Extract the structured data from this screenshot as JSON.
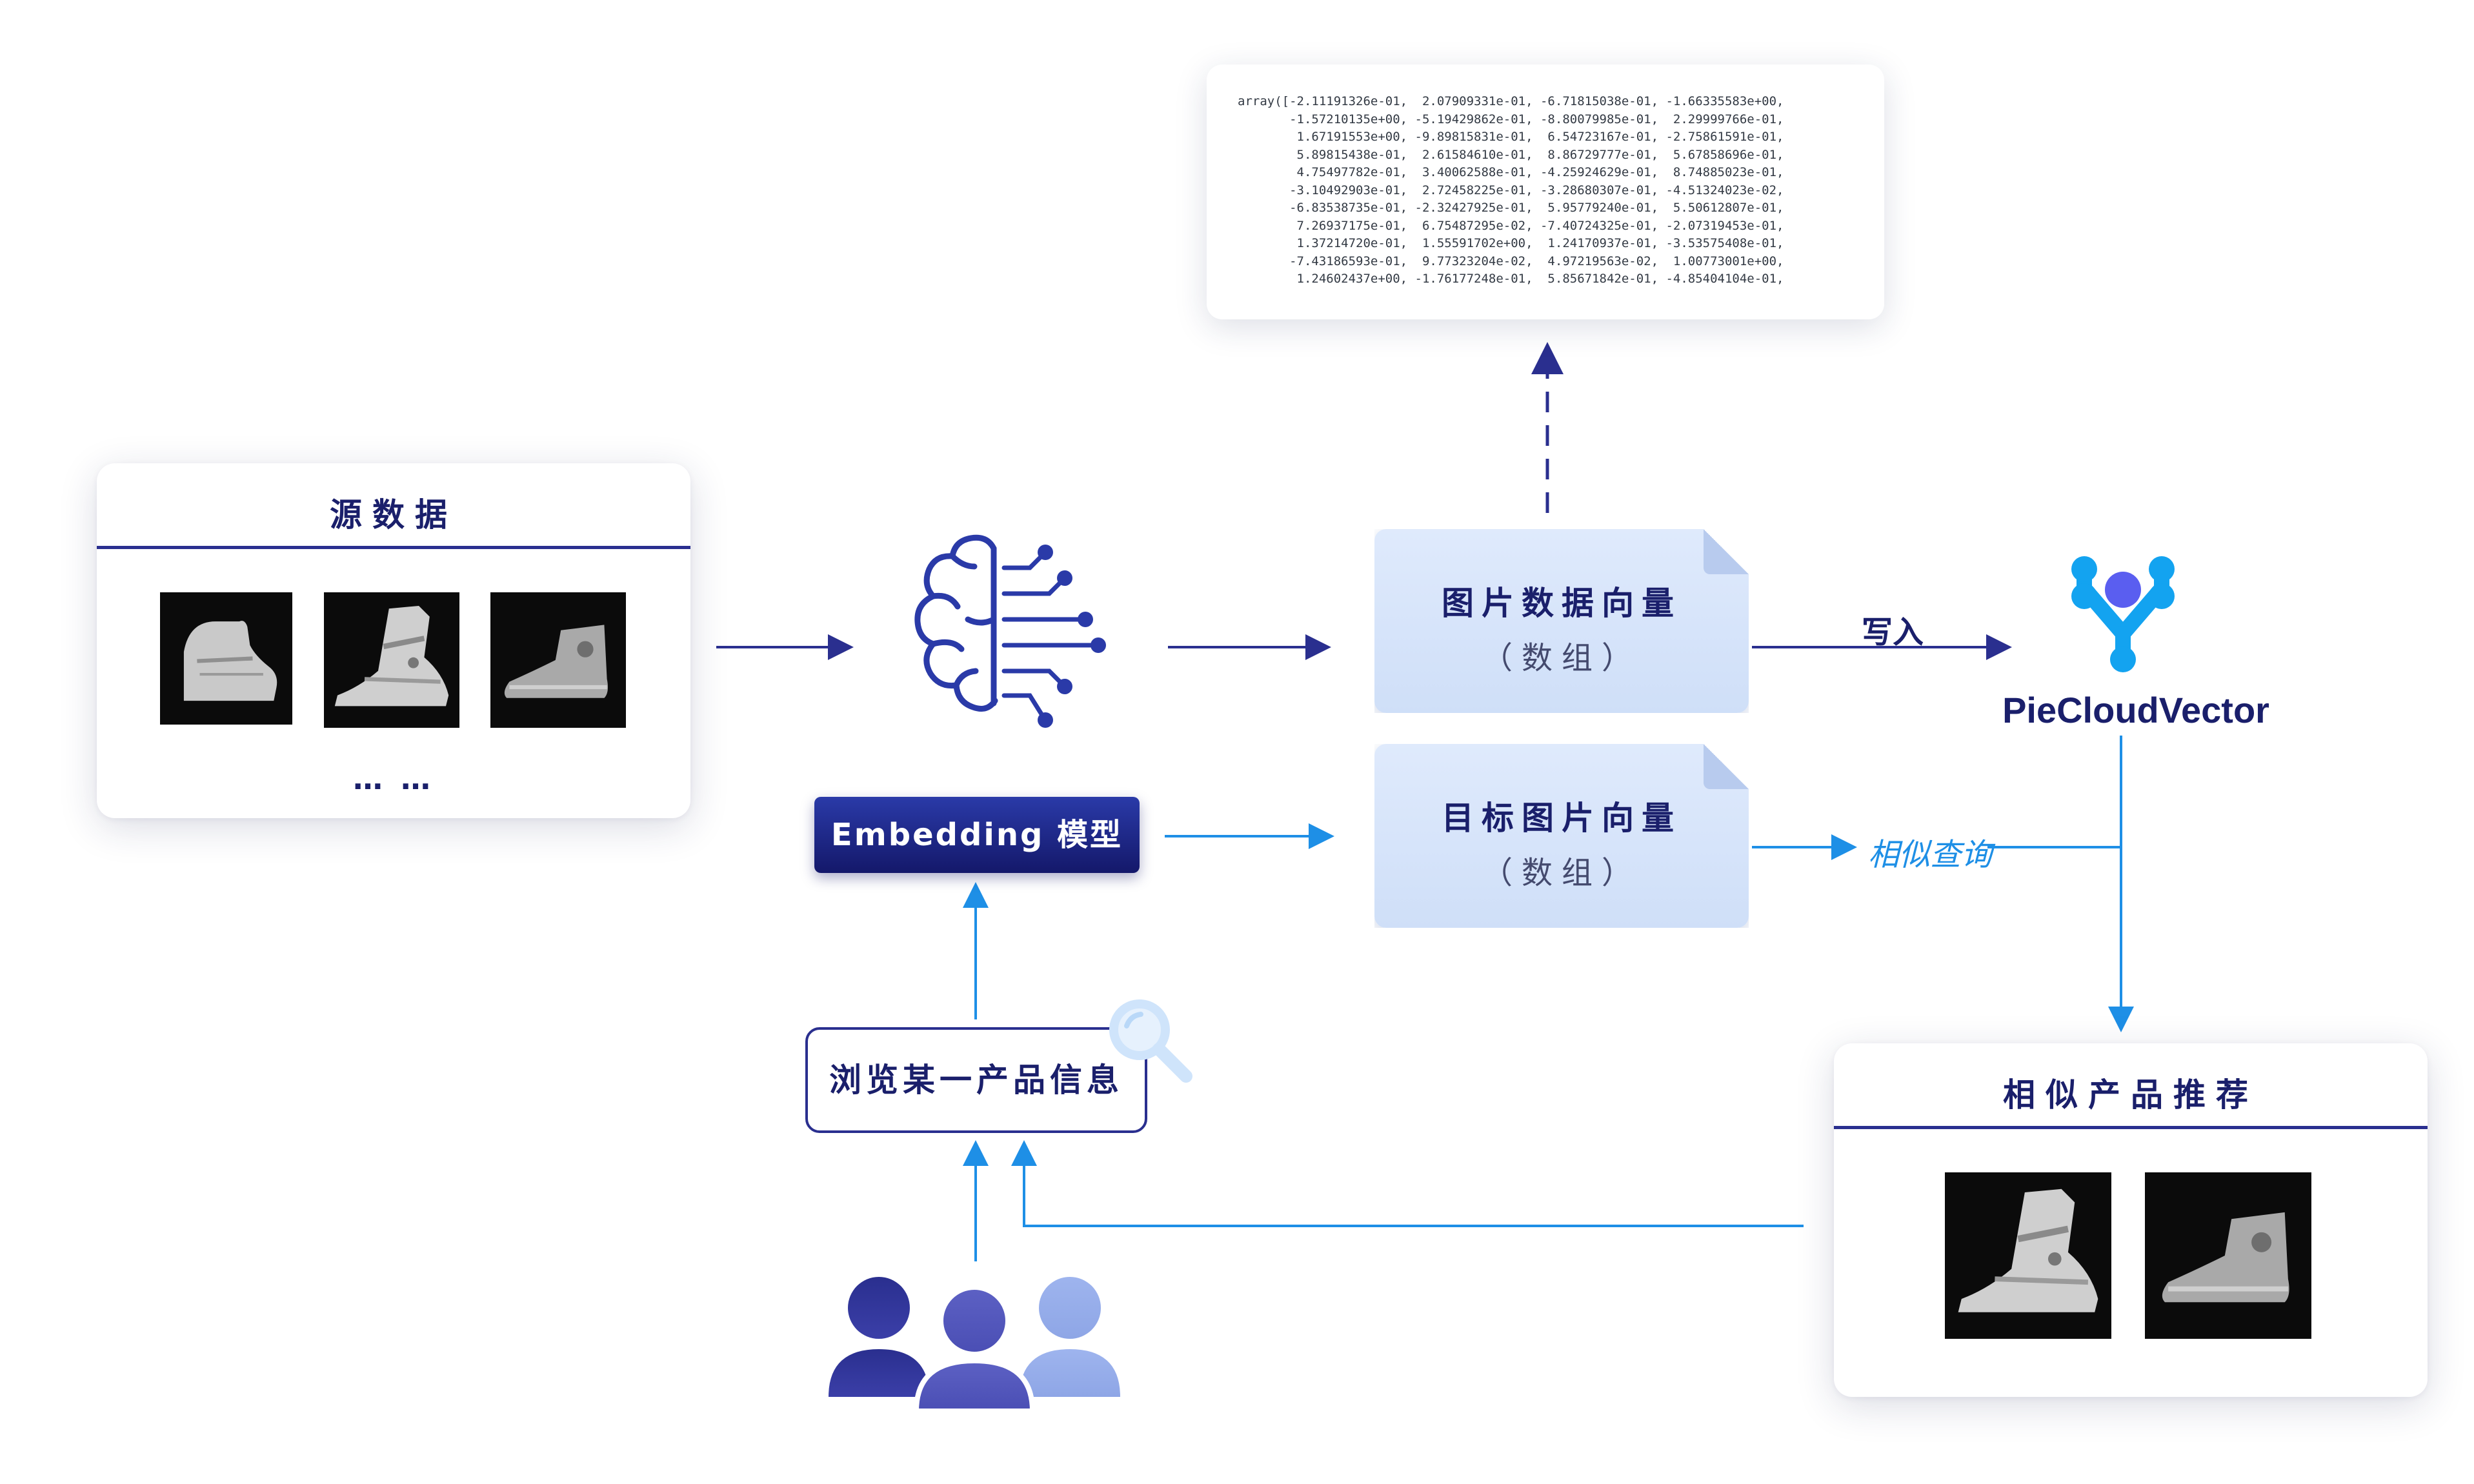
{
  "source_card": {
    "title": "源数据",
    "ellipsis": "… …"
  },
  "array_card": {
    "text": "array([-2.11191326e-01,  2.07909331e-01, -6.71815038e-01, -1.66335583e+00,\n       -1.57210135e+00, -5.19429862e-01, -8.80079985e-01,  2.29999766e-01,\n        1.67191553e+00, -9.89815831e-01,  6.54723167e-01, -2.75861591e-01,\n        5.89815438e-01,  2.61584610e-01,  8.86729777e-01,  5.67858696e-01,\n        4.75497782e-01,  3.40062588e-01, -4.25924629e-01,  8.74885023e-01,\n       -3.10492903e-01,  2.72458225e-01, -3.28680307e-01, -4.51324023e-02,\n       -6.83538735e-01, -2.32427925e-01,  5.95779240e-01,  5.50612807e-01,\n        7.26937175e-01,  6.75487295e-02, -7.40724325e-01, -2.07319453e-01,\n        1.37214720e-01,  1.55591702e+00,  1.24170937e-01, -3.53575408e-01,\n       -7.43186593e-01,  9.77323204e-02,  4.97219563e-02,  1.00773001e+00,\n        1.24602437e+00, -1.76177248e-01,  5.85671842e-01, -4.85404104e-01,"
  },
  "embedding": {
    "label": "Embedding 模型"
  },
  "image_vector": {
    "title": "图片数据向量",
    "subtitle": "（数组）"
  },
  "target_vector": {
    "title": "目标图片向量",
    "subtitle": "（数组）"
  },
  "edges": {
    "write": "写入",
    "similar_query": "相似查询"
  },
  "logo": {
    "name": "PieCloudVector"
  },
  "recommend_card": {
    "title": "相似产品推荐"
  },
  "browse": {
    "label": "浏览某一产品信息"
  },
  "colors": {
    "navy": "#1a1f6b",
    "dark_arrow": "#2a2f8f",
    "light_blue": "#1e8fe6",
    "logo_cyan": "#13a3f0",
    "logo_purple": "#5a5ef0"
  }
}
